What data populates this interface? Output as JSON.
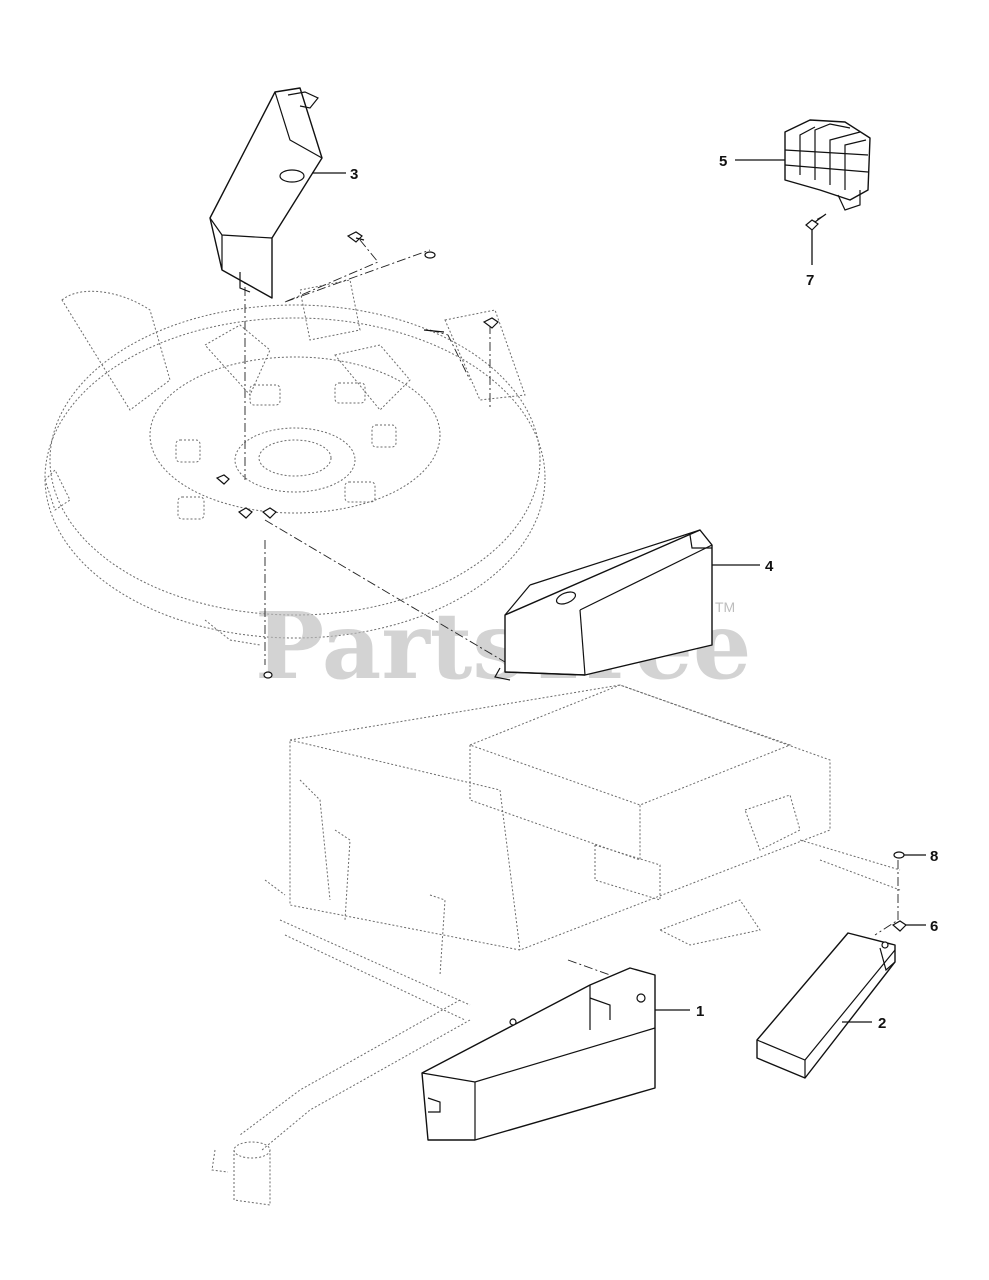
{
  "watermark": {
    "text": "PartsTree",
    "trademark": "TM"
  },
  "callouts": [
    {
      "id": "1",
      "label": "1"
    },
    {
      "id": "2",
      "label": "2"
    },
    {
      "id": "3",
      "label": "3"
    },
    {
      "id": "4",
      "label": "4"
    },
    {
      "id": "5",
      "label": "5"
    },
    {
      "id": "6",
      "label": "6"
    },
    {
      "id": "7",
      "label": "7"
    },
    {
      "id": "8",
      "label": "8"
    }
  ],
  "colors": {
    "line": "#111111",
    "ghost": "#6b6b6b",
    "watermark": "#bdbdbd",
    "background": "#ffffff"
  }
}
